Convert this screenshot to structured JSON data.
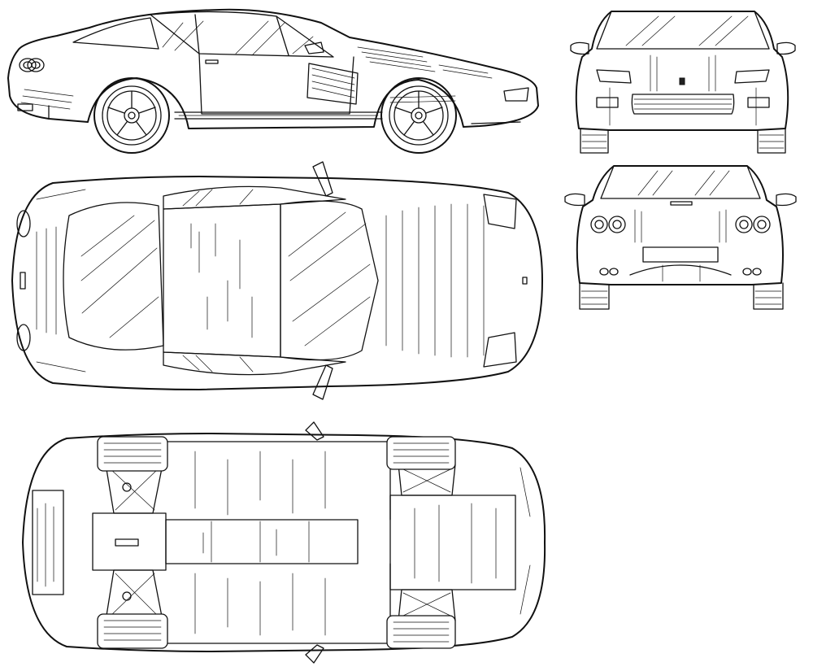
{
  "drawing": {
    "stroke_color": "#111111",
    "background_color": "#ffffff",
    "views": [
      "side-elevation",
      "front-elevation",
      "rear-elevation",
      "top-plan",
      "bottom-plan"
    ]
  }
}
